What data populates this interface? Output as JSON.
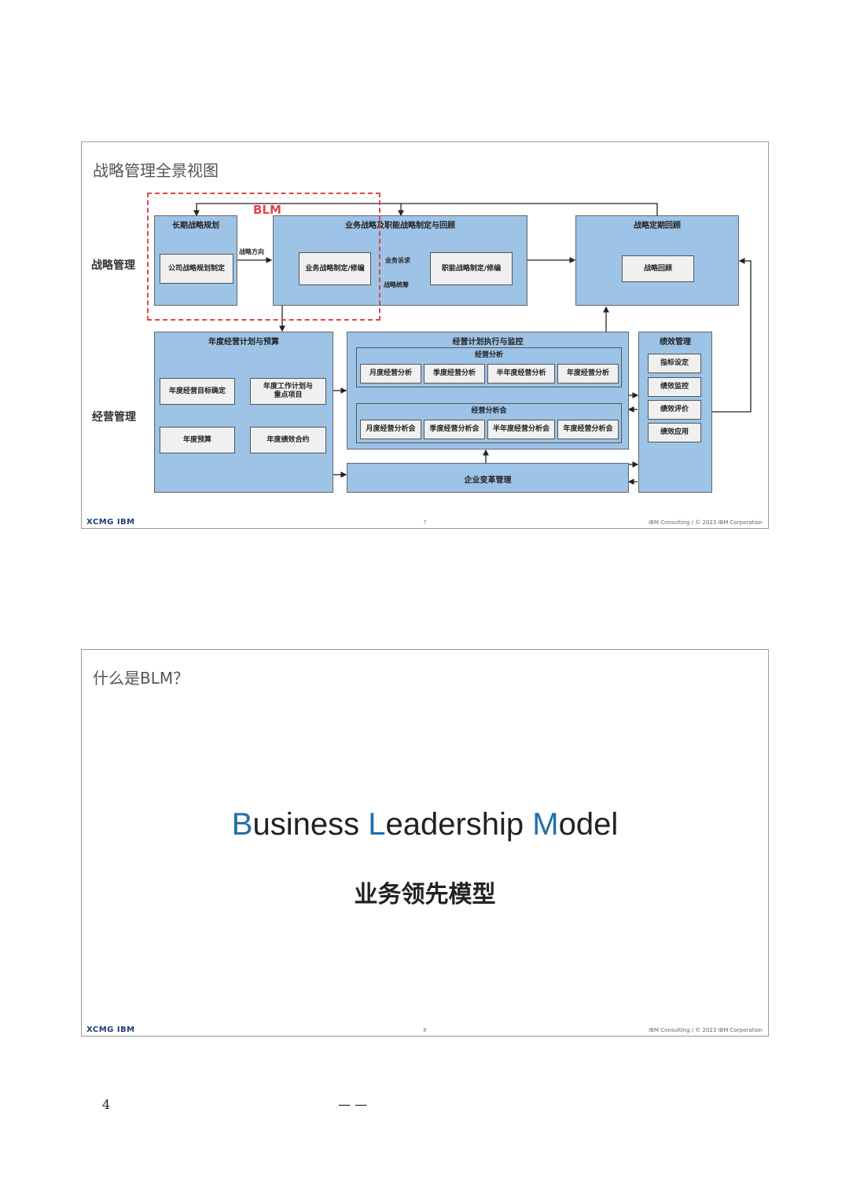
{
  "slide1": {
    "title": "战略管理全景视图",
    "blm_tag": "BLM",
    "row_labels": {
      "strategy": "战略管理",
      "operation": "经营管理"
    },
    "long_term": {
      "title": "长期战略规划",
      "item": "公司战略规划制定"
    },
    "arrow_direction": "战略方向",
    "biz_strategy": {
      "title": "业务战略及职能战略制定与回顾",
      "left_item": "业务战略制定/修编",
      "right_item": "职能战略制定/修编",
      "demand": "业务诉求",
      "coordination": "战略统筹"
    },
    "review": {
      "title": "战略定期回顾",
      "item": "战略回顾"
    },
    "annual_plan": {
      "title": "年度经营计划与预算",
      "items": [
        "年度经营目标确定",
        "年度工作计划与\n重点项目",
        "年度预算",
        "年度绩效合约"
      ]
    },
    "execution": {
      "title": "经营计划执行与监控",
      "analysis_title": "经营分析",
      "analysis_items": [
        "月度经营分析",
        "季度经营分析",
        "半年度经营分析",
        "年度经营分析"
      ],
      "meeting_title": "经营分析会",
      "meeting_items": [
        "月度经营分析会",
        "季度经营分析会",
        "半年度经营分析会",
        "年度经营分析会"
      ]
    },
    "performance": {
      "title": "绩效管理",
      "items": [
        "指标设定",
        "绩效监控",
        "绩效评价",
        "绩效应用"
      ]
    },
    "change_mgmt": "企业变革管理",
    "footer": {
      "logo": "XCMG IBM",
      "page": "7",
      "copyright": "IBM Consulting / © 2023 IBM Corporation"
    }
  },
  "slide2": {
    "title": "什么是BLM？",
    "words": [
      {
        "cap": "B",
        "rest": "usiness "
      },
      {
        "cap": "L",
        "rest": "eadership "
      },
      {
        "cap": "M",
        "rest": "odel"
      }
    ],
    "subtitle_cn": "业务领先模型",
    "footer": {
      "logo": "XCMG IBM",
      "page": "8",
      "copyright": "IBM Consulting / © 2023 IBM Corporation"
    }
  },
  "page_footer": {
    "number": "4",
    "dash": "— —"
  },
  "colors": {
    "box_fill": "#9dc3e6",
    "dashed_highlight": "#e04646",
    "accent_blue": "#1f6fa8"
  }
}
